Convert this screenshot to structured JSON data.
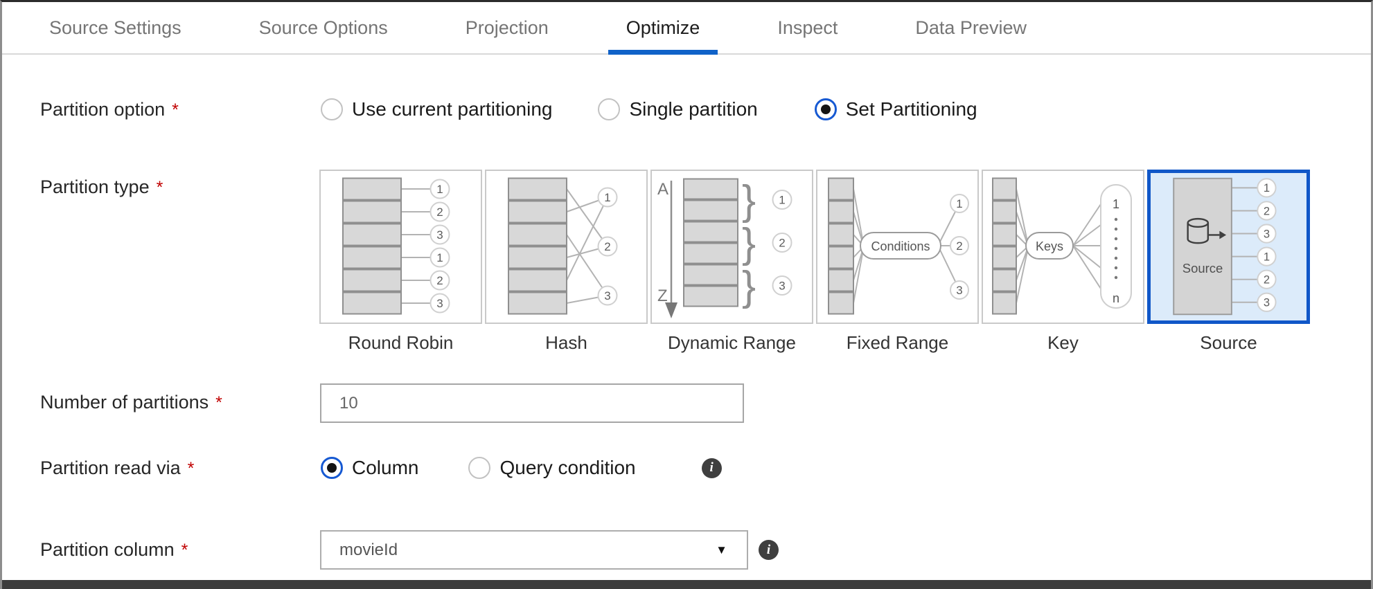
{
  "colors": {
    "accent": "#1062c8",
    "selected_card_bg": "#dcebfa",
    "required": "#c00000"
  },
  "tabs": [
    {
      "label": "Source Settings",
      "active": false
    },
    {
      "label": "Source Options",
      "active": false
    },
    {
      "label": "Projection",
      "active": false
    },
    {
      "label": "Optimize",
      "active": true
    },
    {
      "label": "Inspect",
      "active": false
    },
    {
      "label": "Data Preview",
      "active": false
    }
  ],
  "form": {
    "partition_option": {
      "label": "Partition option",
      "required": "*",
      "options": [
        {
          "label": "Use current partitioning",
          "selected": false
        },
        {
          "label": "Single partition",
          "selected": false
        },
        {
          "label": "Set Partitioning",
          "selected": true
        }
      ]
    },
    "partition_type": {
      "label": "Partition type",
      "required": "*",
      "cards": [
        {
          "label": "Round Robin",
          "selected": false
        },
        {
          "label": "Hash",
          "selected": false
        },
        {
          "label": "Dynamic Range",
          "selected": false
        },
        {
          "label": "Fixed Range",
          "selected": false
        },
        {
          "label": "Key",
          "selected": false
        },
        {
          "label": "Source",
          "selected": true
        }
      ],
      "diagrams": {
        "round_robin": {
          "outputs": [
            "1",
            "2",
            "3",
            "1",
            "2",
            "3"
          ]
        },
        "hash": {
          "outputs": [
            "1",
            "2",
            "3"
          ]
        },
        "dynamic_range": {
          "axis_top": "A",
          "axis_bottom": "Z",
          "outputs": [
            "1",
            "2",
            "3"
          ]
        },
        "fixed_range": {
          "pill": "Conditions",
          "outputs": [
            "1",
            "2",
            "3"
          ]
        },
        "key": {
          "pill": "Keys",
          "range_start": "1",
          "range_end": "n"
        },
        "source": {
          "box_label": "Source",
          "outputs": [
            "1",
            "2",
            "3",
            "1",
            "2",
            "3"
          ]
        }
      }
    },
    "number_of_partitions": {
      "label": "Number of partitions",
      "required": "*",
      "value": "10"
    },
    "partition_read_via": {
      "label": "Partition read via",
      "required": "*",
      "options": [
        {
          "label": "Column",
          "selected": true
        },
        {
          "label": "Query condition",
          "selected": false
        }
      ],
      "info_icon": "i"
    },
    "partition_column": {
      "label": "Partition column",
      "required": "*",
      "value": "movieId",
      "dropdown_caret": "▼",
      "info_icon": "i"
    }
  }
}
